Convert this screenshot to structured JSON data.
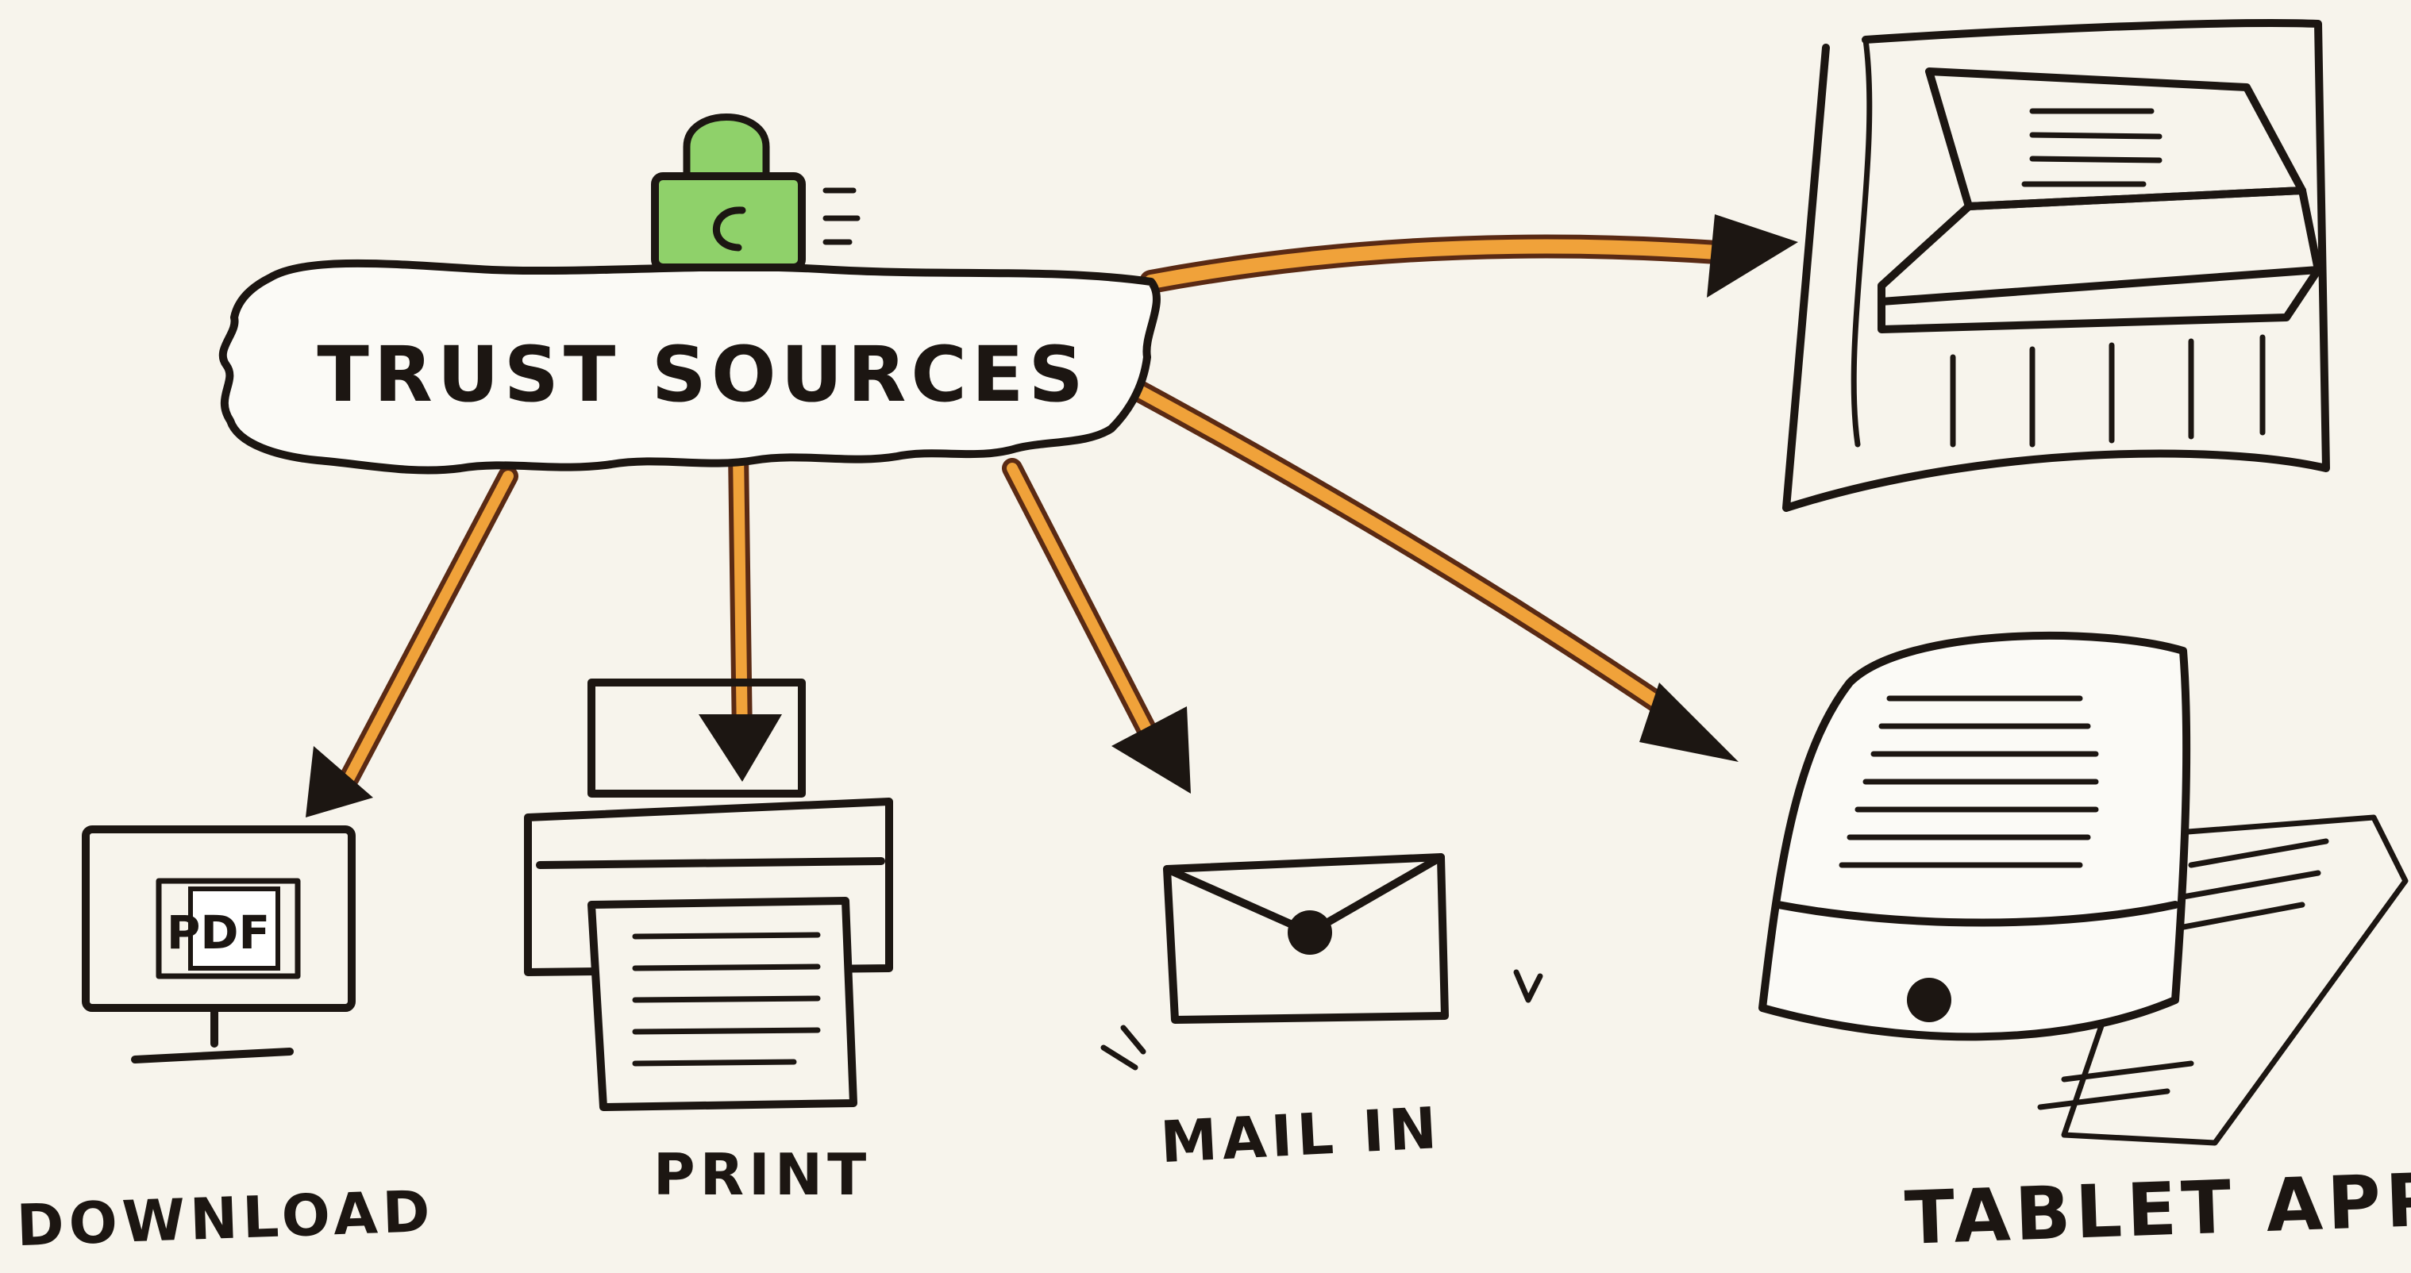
{
  "colors": {
    "background": "#f7f4ec",
    "ink": "#1c1612",
    "arrow_fill": "#f0a23a",
    "arrow_outline": "#5a2a14",
    "lock": "#8fd16a"
  },
  "hub": {
    "label": "TRUST SOURCES",
    "icon": "lock-icon"
  },
  "destinations": [
    {
      "id": "download",
      "label": "DOWNLOAD",
      "icon": "monitor-pdf-icon",
      "screen_text": "PDF"
    },
    {
      "id": "print",
      "label": "PRINT",
      "icon": "printer-icon"
    },
    {
      "id": "mail-in",
      "label": "MAIL IN",
      "icon": "envelope-icon"
    },
    {
      "id": "kiosk",
      "label": "",
      "icon": "scanner-kiosk-icon"
    },
    {
      "id": "tablet-app",
      "label": "TABLET APP",
      "icon": "tablet-icon"
    }
  ]
}
